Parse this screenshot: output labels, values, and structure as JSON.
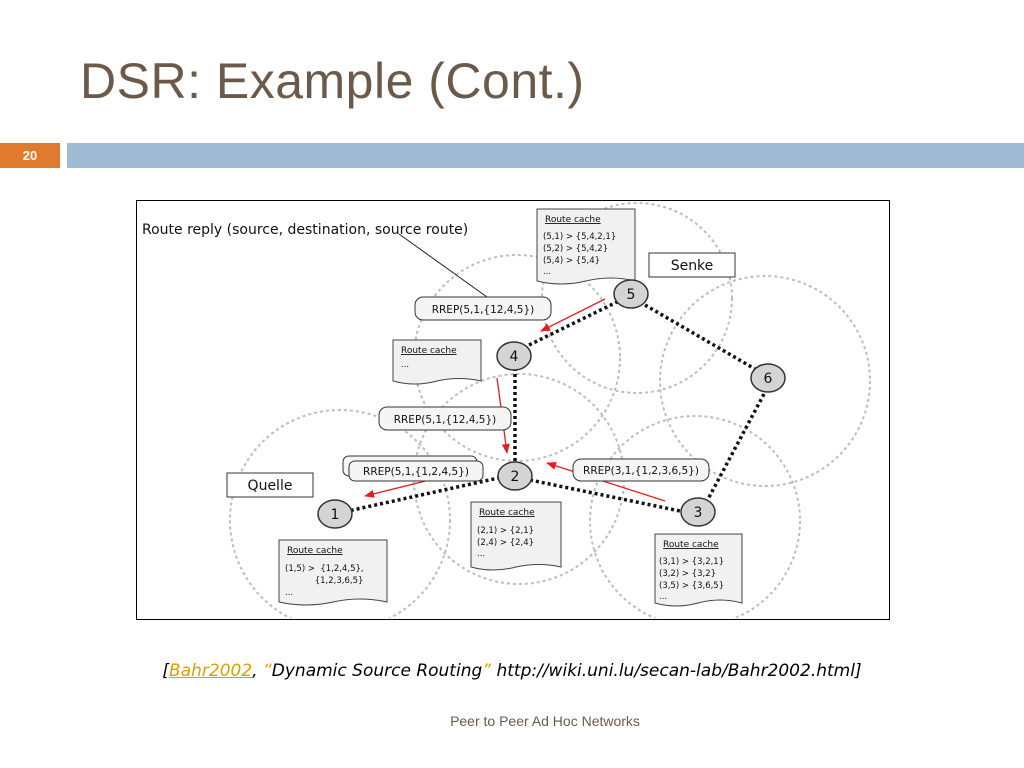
{
  "slide": {
    "title": "DSR: Example (Cont.)",
    "number": "20",
    "footer": "Peer to Peer Ad Hoc Networks"
  },
  "colors": {
    "title": "#6b5a4a",
    "number_bar": "#e07a2e",
    "accent_bar": "#9fbbd4",
    "link": "#d9a100",
    "arrow": "#e02020"
  },
  "citation": {
    "open": "[",
    "link": "Bahr2002",
    "sep": ", ",
    "q1": "“",
    "title": "Dynamic Source Routing",
    "q2": "”",
    "url": " http://wiki.uni.lu/secan-lab/Bahr2002.html",
    "close": "]"
  },
  "diagram": {
    "caption": "Route reply (source, destination, source route)",
    "labels": {
      "dest": "Senke",
      "source": "Quelle"
    },
    "nodes": [
      "1",
      "2",
      "3",
      "4",
      "5",
      "6"
    ],
    "messages": {
      "m5_4": "RREP(5,1,{12,4,5})",
      "m4_2": "RREP(5,1,{12,4,5})",
      "m2_1": "RREP(5,1,{1,2,4,5})",
      "m3_2": "RREP(3,1,{1,2,3,6,5})"
    },
    "caches": {
      "node5": {
        "title": "Route cache",
        "lines": [
          "(5,1) > {5,4,2,1}",
          "(5,2) > {5,4,2}",
          "(5,4) > {5,4}",
          "..."
        ]
      },
      "node4": {
        "title": "Route cache",
        "lines": [
          "..."
        ]
      },
      "node2": {
        "title": "Route cache",
        "lines": [
          "(2,1) > {2,1}",
          "(2,4) > {2,4}",
          "..."
        ]
      },
      "node1": {
        "title": "Route cache",
        "lines": [
          "(1,5) >  {1,2,4,5},",
          "           {1,2,3,6,5}",
          "..."
        ]
      },
      "node3": {
        "title": "Route cache",
        "lines": [
          "(3,1) > {3,2,1}",
          "(3,2) > {3,2}",
          "(3,5) > {3,6,5}",
          "..."
        ]
      }
    }
  }
}
